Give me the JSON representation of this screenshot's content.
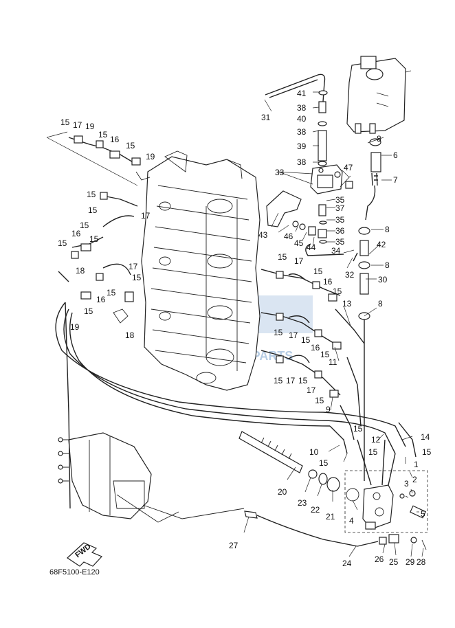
{
  "diagram_code": "68F5100-E120",
  "fwd_label": "FWD",
  "watermark_text": "MOTORPARTS",
  "callouts": {
    "c1": "1",
    "c2": "2",
    "c3": "3",
    "c4": "4",
    "c5": "5",
    "c6": "6",
    "c7": "7",
    "c8a": "8",
    "c8b": "8",
    "c8c": "8",
    "c8d": "8",
    "c9": "9",
    "c10": "10",
    "c11": "11",
    "c12": "12",
    "c13": "13",
    "c14": "14",
    "c15a": "15",
    "c15b": "15",
    "c15c": "15",
    "c15d": "15",
    "c15e": "15",
    "c15f": "15",
    "c15g": "15",
    "c15h": "15",
    "c15i": "15",
    "c15j": "15",
    "c15k": "15",
    "c15l": "15",
    "c15m": "15",
    "c15n": "15",
    "c15o": "15",
    "c15p": "15",
    "c15q": "15",
    "c15r": "15",
    "c15s": "15",
    "c15t": "15",
    "c15u": "15",
    "c16a": "16",
    "c16b": "16",
    "c16c": "16",
    "c16d": "16",
    "c16e": "16",
    "c17a": "17",
    "c17b": "17",
    "c17c": "17",
    "c17d": "17",
    "c17e": "17",
    "c17f": "17",
    "c17g": "17",
    "c18a": "18",
    "c18b": "18",
    "c19a": "19",
    "c19b": "19",
    "c19c": "19",
    "c20": "20",
    "c21": "21",
    "c22": "22",
    "c23": "23",
    "c24": "24",
    "c25": "25",
    "c26": "26",
    "c27": "27",
    "c28": "28",
    "c29": "29",
    "c30": "30",
    "c31": "31",
    "c32": "32",
    "c33": "33",
    "c34": "34",
    "c35a": "35",
    "c35b": "35",
    "c35c": "35",
    "c36": "36",
    "c37": "37",
    "c38a": "38",
    "c38b": "38",
    "c38c": "38",
    "c39": "39",
    "c40": "40",
    "c41": "41",
    "c42": "42",
    "c43": "43",
    "c44": "44",
    "c45": "45",
    "c46": "46",
    "c47": "47"
  },
  "colors": {
    "line": "#222222",
    "watermark": "#2f6fb5"
  }
}
